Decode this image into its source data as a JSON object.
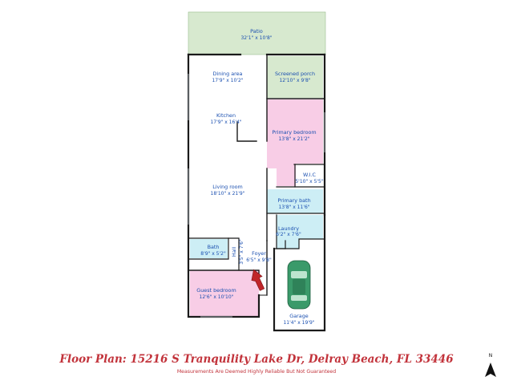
{
  "rooms": [
    {
      "key": "patio",
      "name": "Patio",
      "dims": "32'1\" x 10'8\""
    },
    {
      "key": "dining",
      "name": "Dining area",
      "dims": "17'9\" x 10'2\""
    },
    {
      "key": "screened_porch",
      "name": "Screened porch",
      "dims": "12'10\" x 9'8\""
    },
    {
      "key": "kitchen",
      "name": "Kitchen",
      "dims": "17'9\" x 16'4\""
    },
    {
      "key": "primary_bedroom",
      "name": "Primary bedroom",
      "dims": "13'8\" x 21'2\""
    },
    {
      "key": "wic",
      "name": "W.I.C",
      "dims": "5'10\" x 5'5\""
    },
    {
      "key": "living_room",
      "name": "Living room",
      "dims": "18'10\" x 21'9\""
    },
    {
      "key": "primary_bath",
      "name": "Primary bath",
      "dims": "13'8\" x 11'6\""
    },
    {
      "key": "laundry",
      "name": "Laundry",
      "dims": "6'2\" x 7'6\""
    },
    {
      "key": "bath",
      "name": "Bath",
      "dims": "8'9\" x 5'2\""
    },
    {
      "key": "hall",
      "name": "Hall",
      "dims": "3'5\" x 7'6\""
    },
    {
      "key": "foyer",
      "name": "Foyer",
      "dims": "6'5\" x 9'8\""
    },
    {
      "key": "guest_bedroom",
      "name": "Guest bedroom",
      "dims": "12'6\" x 10'10\""
    },
    {
      "key": "garage",
      "name": "Garage",
      "dims": "11'4\" x 19'9\""
    }
  ],
  "title": "Floor Plan: 15216 S Tranquility Lake Dr, Delray Beach, FL 33446",
  "disclaimer": "Measurements Are Deemed Highly Reliable But Not Guaranteed",
  "compass": {
    "letter": "N"
  },
  "colors": {
    "outdoor": "#d7e9cf",
    "bedroom": "#f8cde6",
    "wet_room": "#cdeef5",
    "wall": "#1a1a1a",
    "label": "#1a4fb0",
    "title": "#c2333b",
    "car": "#3a9a6a",
    "entry_arrow": "#c0262a"
  }
}
